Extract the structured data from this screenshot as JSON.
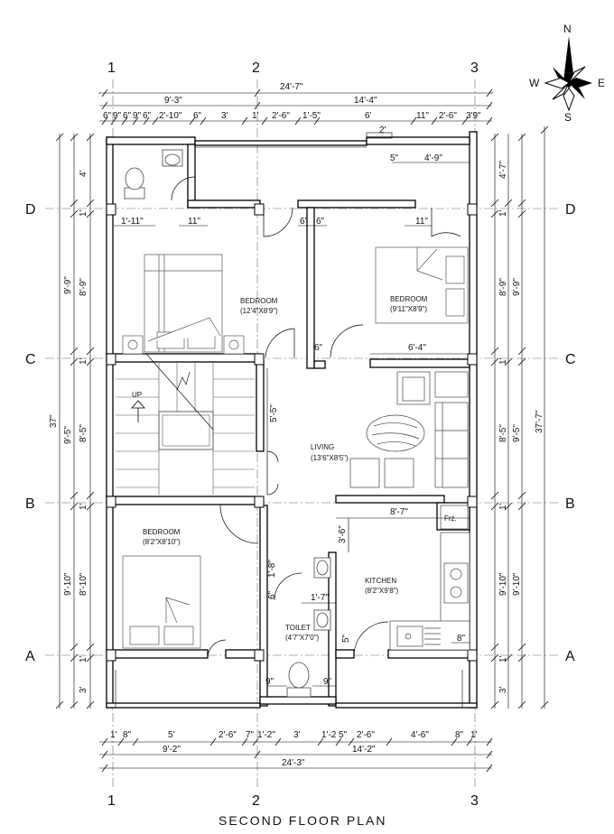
{
  "title": "SECOND FLOOR PLAN",
  "compass": {
    "n": "N",
    "s": "S",
    "e": "E",
    "w": "W"
  },
  "grid": {
    "cols": [
      "1",
      "2",
      "3"
    ],
    "rows": [
      "D",
      "C",
      "B",
      "A"
    ]
  },
  "rooms": {
    "bed1": {
      "name": "BEDROOM",
      "size": "(12'4\"X8'9\")"
    },
    "bed2": {
      "name": "BEDROOM",
      "size": "(9'11\"X8'9\")"
    },
    "bed3": {
      "name": "BEDROOM",
      "size": "(8'2\"X8'10\")"
    },
    "living": {
      "name": "LIVING",
      "size": "(13'6\"X8'5\")"
    },
    "kitchen": {
      "name": "KITCHEN",
      "size": "(8'2\"X9'8\")"
    },
    "toilet": {
      "name": "TOILET",
      "size": "(4'7\"X7'0\")"
    },
    "up": "UP",
    "frz": "Frz."
  },
  "dims": {
    "top_total": "24'-7\"",
    "top_left": "9'-3\"",
    "top_right": "14'-4\"",
    "top_d": [
      "6\"",
      "9\"",
      "6\"",
      "9\"",
      "6\"",
      "2'-10\"",
      "6\"",
      "3'",
      "1'",
      "2'-6\"",
      "1'-5\"",
      "6'",
      "11\"",
      "2'-6\"",
      "3'9\""
    ],
    "bot_total": "24'-3\"",
    "bot_left": "9'-2\"",
    "bot_right": "14'-2\"",
    "bot_d": [
      "1'",
      "8\"",
      "5'",
      "2'-6\"",
      "7\"",
      "1'-2\"",
      "3'",
      "1'-2",
      "5\"",
      "2'-6\"",
      "4'-6\"",
      "8\"",
      "1'"
    ],
    "left_outer": "37\"",
    "right_outer": "37'-7\"",
    "left_a": [
      "4'",
      "1'",
      "9'-9\"",
      "1'",
      "9'-5\"",
      "1'",
      "9'-10\"",
      "1'",
      "3'"
    ],
    "left_b": [
      "8'-9\"",
      "8'-5\"",
      "8'-10\""
    ],
    "right_a": [
      "4'-7\"",
      "1'",
      "8'-9\"",
      "1'",
      "8'-5\"",
      "1'",
      "9'-10\"",
      "1'",
      "3'"
    ],
    "right_b": [
      "9'-9\"",
      "9'-5\"",
      "9'-10\""
    ],
    "inner": [
      "1'-11\"",
      "11\"",
      "6\"",
      "6\"",
      "11\"",
      "2'",
      "5\"",
      "4'-9\"",
      "6\"",
      "6'-4\"",
      "5'-5\"",
      "8'-7\"",
      "3'-6\"",
      "1'-8\"",
      "6\"",
      "1'-7\"",
      "5\"",
      "8\"",
      "9\"",
      "9\""
    ]
  }
}
